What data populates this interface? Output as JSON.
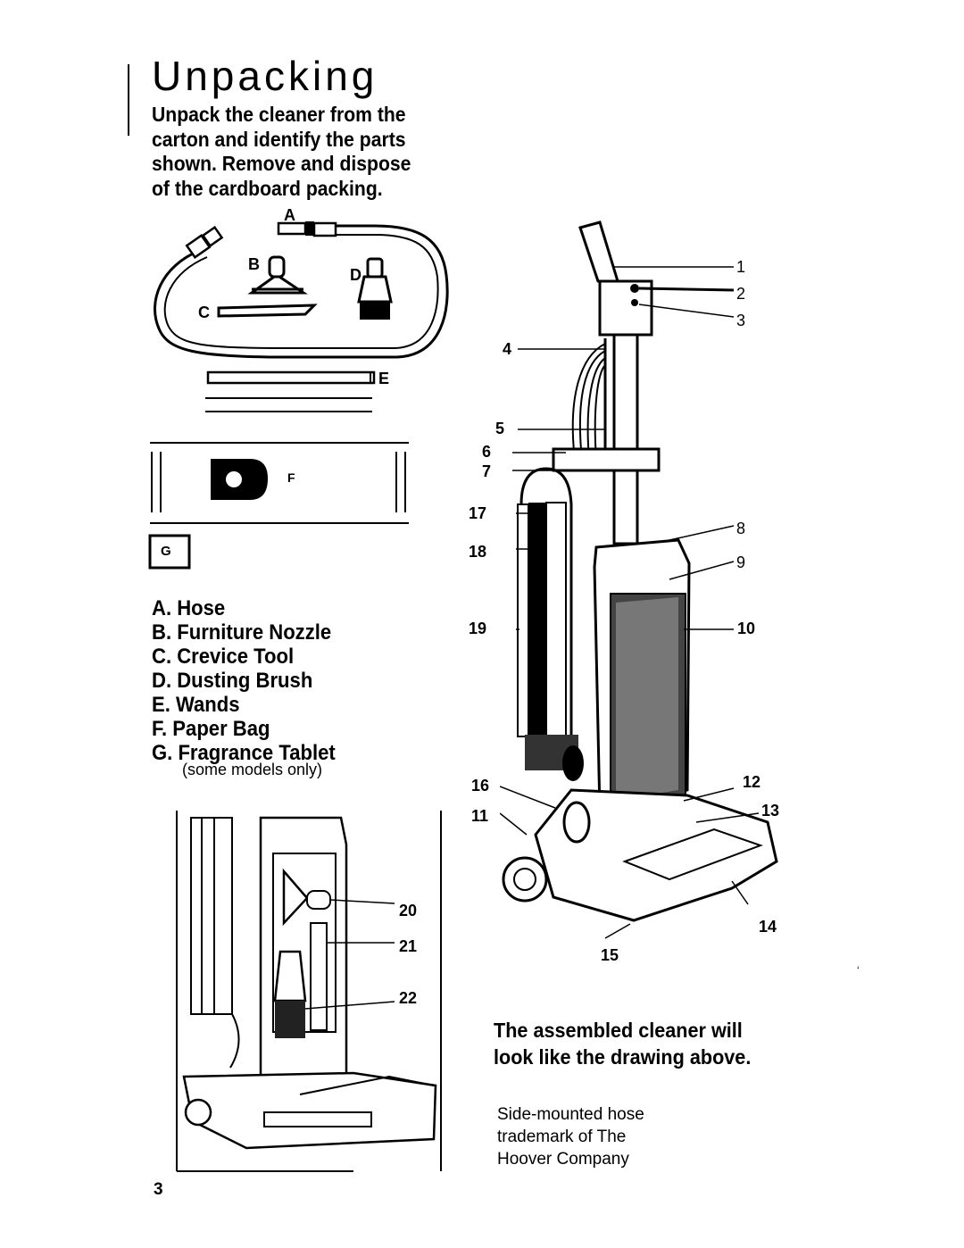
{
  "page": {
    "title": "Unpacking",
    "intro_lines": [
      "Unpack the cleaner from the",
      "carton and identify the parts",
      "shown. Remove and dispose",
      "of the cardboard packing."
    ],
    "parts": [
      "A. Hose",
      "B. Furniture Nozzle",
      "C. Crevice Tool",
      "D. Dusting Brush",
      "E. Wands",
      "F. Paper Bag",
      "G. Fragrance Tablet"
    ],
    "parts_note": "(some models only)",
    "part_letters": {
      "a": "A",
      "b": "B",
      "c": "C",
      "d": "D",
      "e": "E",
      "f": "F",
      "g": "G"
    },
    "assembled_lines": [
      "The assembled cleaner will",
      "look like the drawing above."
    ],
    "trademark_lines": [
      "Side-mounted hose",
      "trademark of The",
      "Hoover Company"
    ],
    "callouts_right": [
      "1",
      "2",
      "3",
      "8",
      "9",
      "10",
      "12",
      "13",
      "14",
      "15"
    ],
    "callouts_left": [
      "4",
      "5",
      "6",
      "7",
      "17",
      "18",
      "19",
      "16",
      "11"
    ],
    "callouts_inset": [
      "20",
      "21",
      "22"
    ],
    "page_number": "3",
    "stray_mark": "‘"
  }
}
